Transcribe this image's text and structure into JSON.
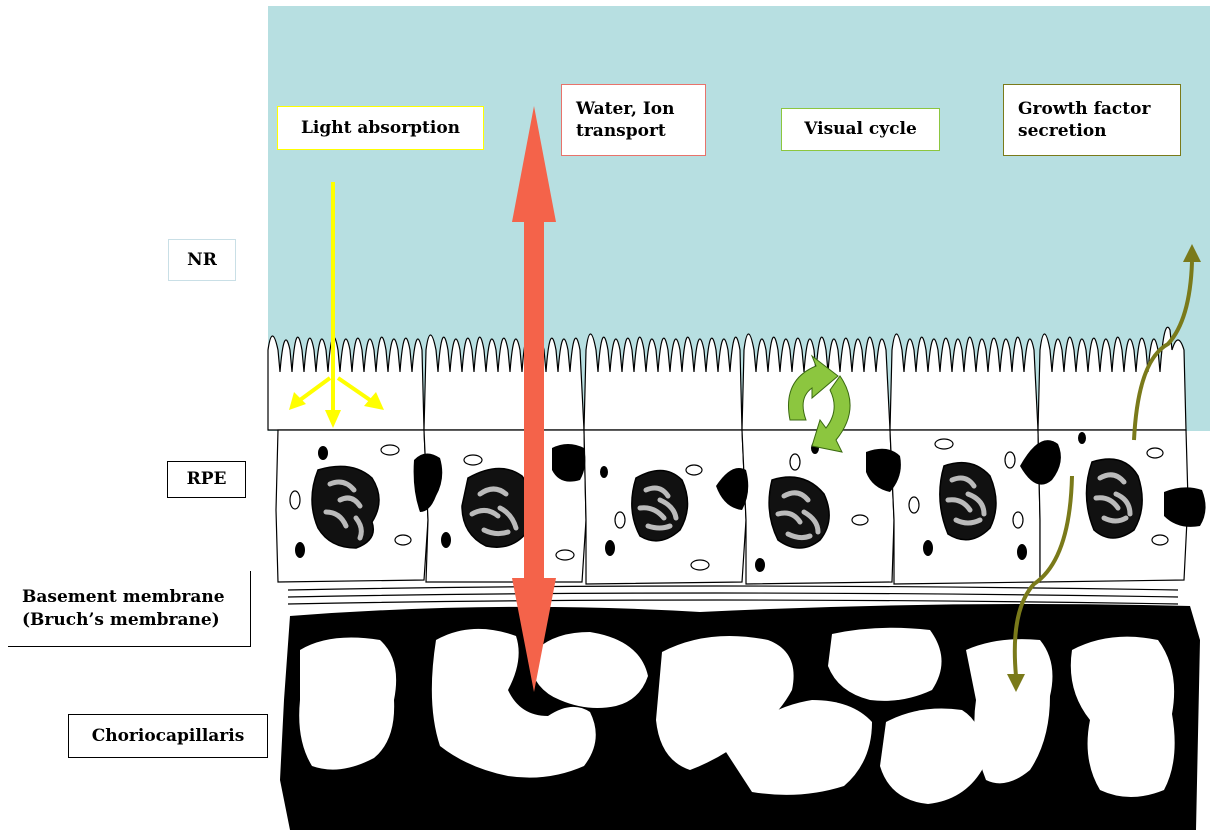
{
  "layers": {
    "nr": "NR",
    "rpe": "RPE",
    "basement": "Basement membrane\n(Bruch’s membrane)",
    "chorio": "Choriocapillaris"
  },
  "functions": {
    "light": "Light absorption",
    "water": "Water, Ion\ntransport",
    "visual": "Visual cycle",
    "growth": "Growth factor\nsecretion"
  },
  "colors": {
    "retina_bg": "#b7dfe1",
    "light_arrow": "#ffff00",
    "transport_arrow": "#f4634a",
    "visual_cycle": "#8cc63f",
    "growth_arrow": "#7a7a1a"
  }
}
